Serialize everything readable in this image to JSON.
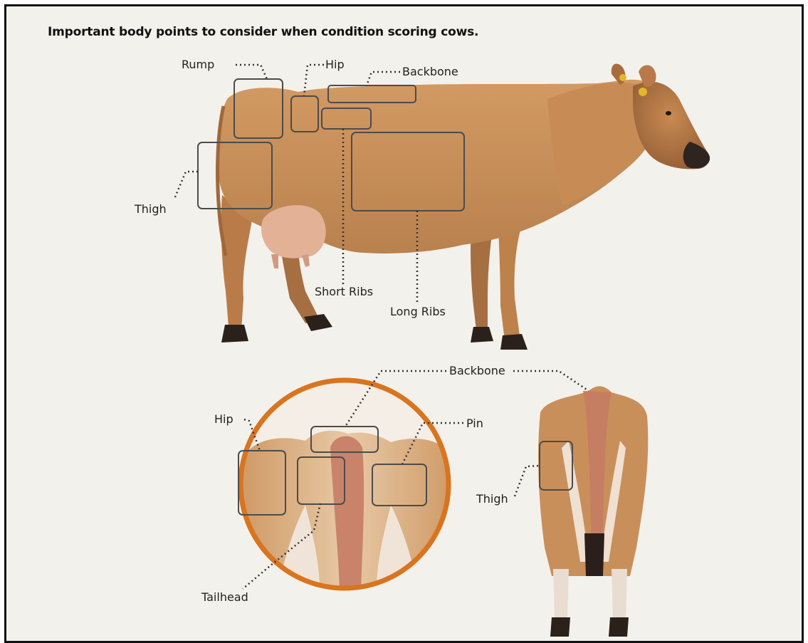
{
  "title": "Important body points to consider when condition scoring cows.",
  "colors": {
    "coat": "#c98d57",
    "coat_dark": "#a86c3c",
    "udder": "#e2b196",
    "hoof": "#2b211b",
    "circle": "#d9741f",
    "box": "#4c4c4c",
    "leader": "#333333"
  },
  "side_view": {
    "labels": {
      "rump": "Rump",
      "hip": "Hip",
      "backbone": "Backbone",
      "thigh": "Thigh",
      "short_ribs": "Short Ribs",
      "long_ribs": "Long Ribs"
    }
  },
  "rear_view": {
    "labels": {
      "hip": "Hip",
      "backbone": "Backbone",
      "pin": "Pin",
      "tailhead": "Tailhead",
      "thigh": "Thigh"
    }
  }
}
